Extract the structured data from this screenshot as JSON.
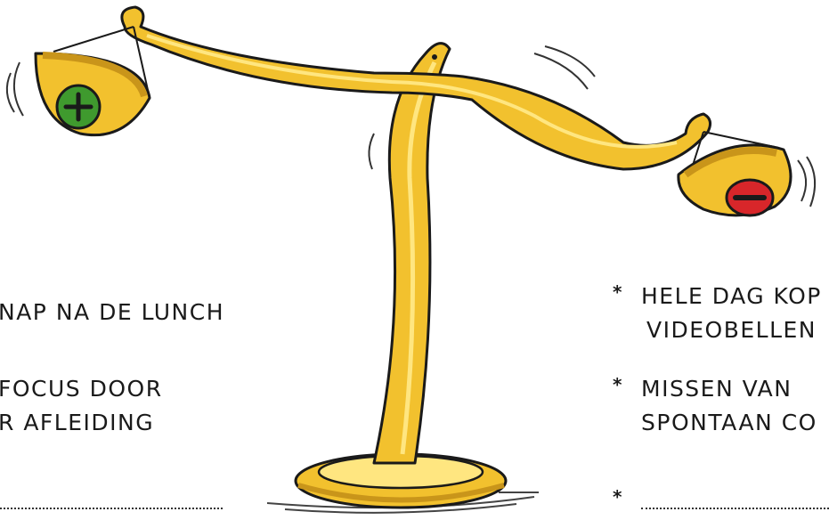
{
  "left_list": {
    "items": [
      {
        "lines": [
          "NAP NA DE LUNCH"
        ]
      },
      {
        "lines": [
          "FOCUS DOOR",
          "R AFLEIDING"
        ]
      }
    ]
  },
  "right_list": {
    "bullet": "*",
    "items": [
      {
        "lines": [
          "HELE DAG KOP",
          "VIDEOBELLEN"
        ]
      },
      {
        "lines": [
          "MISSEN VAN",
          "SPONTAAN CO"
        ]
      }
    ]
  },
  "colors": {
    "gold": "#f2c12e",
    "gold_dark": "#c9951a",
    "gold_light": "#ffe680",
    "outline": "#1a1a1a",
    "plus": "#3f9a2e",
    "minus": "#d8262a"
  },
  "icons": {
    "left_pan": "plus-icon",
    "right_pan": "minus-icon"
  }
}
